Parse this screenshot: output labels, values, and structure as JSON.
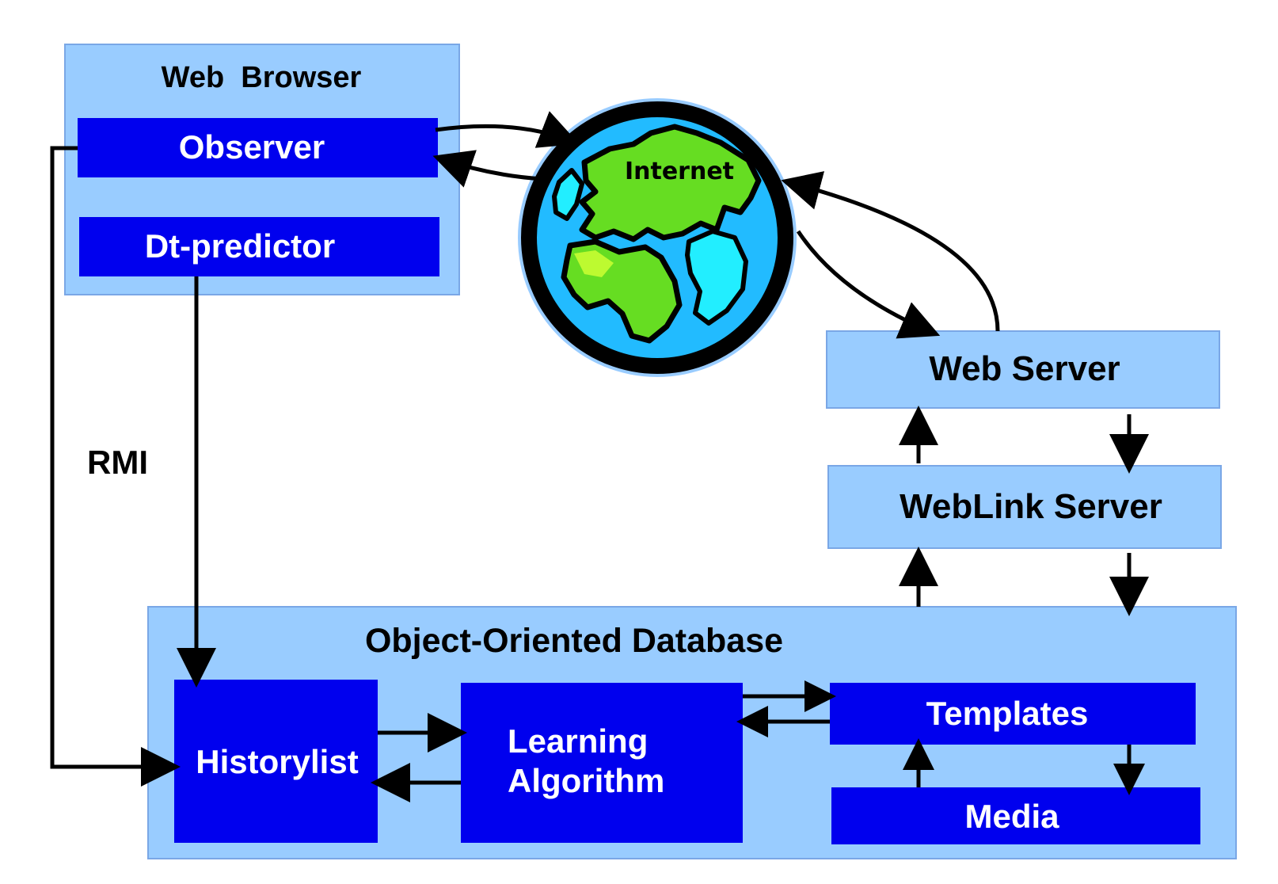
{
  "web_browser": {
    "title": "Web  Browser",
    "observer_label": "Observer",
    "dt_predictor_label": "Dt-predictor"
  },
  "internet": {
    "label": "Internet"
  },
  "rmi_label": "RMI",
  "web_server": {
    "label": "Web Server"
  },
  "weblink_server": {
    "label": "WebLink Server"
  },
  "database": {
    "title": "Object-Oriented Database",
    "historylist_label": "Historylist",
    "learning_algorithm_line1": "Learning",
    "learning_algorithm_line2": "Algorithm",
    "templates_label": "Templates",
    "media_label": "Media"
  },
  "colors": {
    "panel": "#99ccff",
    "box": "#0000ee",
    "box_text": "#ffffff",
    "globe_ocean": "#22bbff",
    "globe_land": "#66dd22"
  }
}
